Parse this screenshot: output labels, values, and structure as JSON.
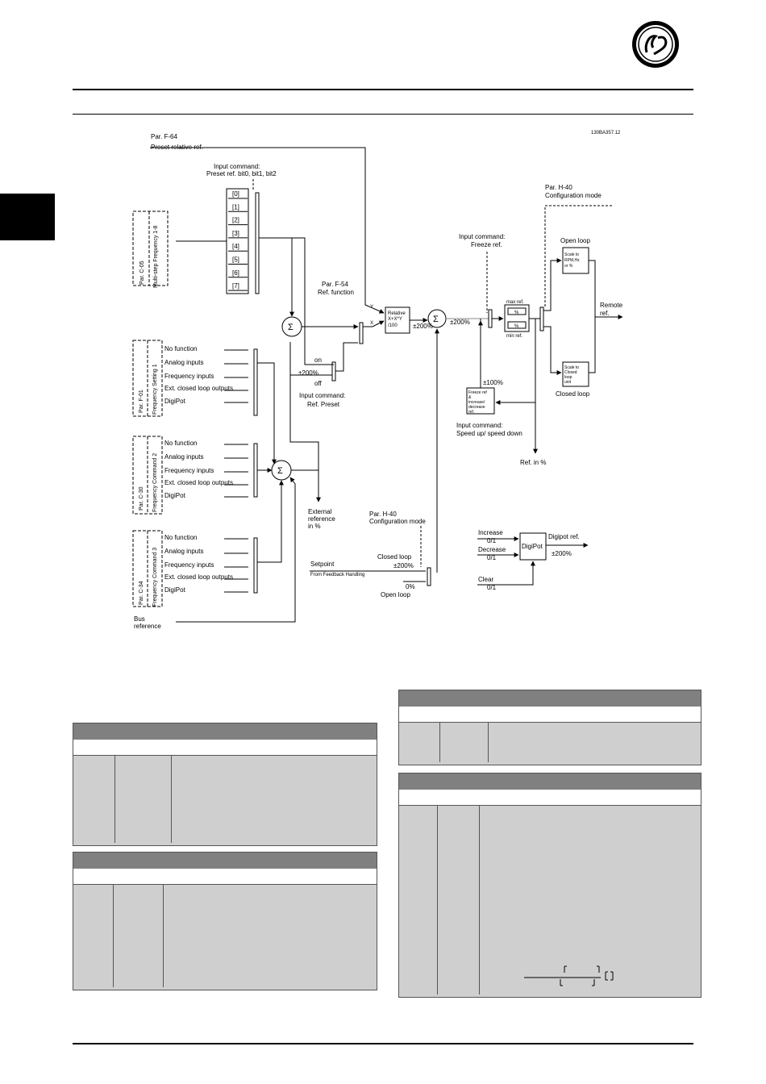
{
  "logo": {
    "text": "GE"
  },
  "diagram": {
    "code": "130BA357.12",
    "preset_rel": {
      "par": "Par. F-64",
      "name": "Preset relative ref."
    },
    "input_preset_bits": {
      "line1": "Input command:",
      "line2": "Preset ref. bit0, bit1, bit2"
    },
    "presets": [
      "[0]",
      "[1]",
      "[2]",
      "[3]",
      "[4]",
      "[5]",
      "[6]",
      "[7]"
    ],
    "multistep": {
      "par": "Par. C-05",
      "name": "Multi-step Frequency 1-8"
    },
    "freq1": {
      "par": "Par. F-01",
      "name": "Frequency Setting 1"
    },
    "freq2": {
      "par": "Par. C-30",
      "name": "Frequency Command 2"
    },
    "freq3": {
      "par": "Par. C-34",
      "name": "Frequency Command 3"
    },
    "options": [
      "No function",
      "Analog inputs",
      "Frequency inputs",
      "Ext. closed loop outputs",
      "DigiPot"
    ],
    "bus_ref": {
      "line1": "Bus",
      "line2": "reference"
    },
    "ref_function": {
      "par": "Par. F-54",
      "name": "Ref. function"
    },
    "y_label": "Y",
    "x_label": "X",
    "relative_block": {
      "line1": "Relative",
      "line2": "X+X*Y",
      "line3": "/100"
    },
    "pm200": "±200%",
    "pm100": "±100%",
    "on_label": "on",
    "off_label": "off",
    "input_ref_preset": {
      "line1": "Input command:",
      "line2": "Ref. Preset"
    },
    "external_ref": {
      "line1": "External",
      "line2": "reference",
      "line3": "in %"
    },
    "config_mode_top": {
      "par": "Par. H-40",
      "name": "Configuration mode"
    },
    "config_mode_bottom": {
      "par": "Par. H-40",
      "name": "Configuration mode"
    },
    "freeze": {
      "line1": "Input command:",
      "line2": "Freeze ref."
    },
    "max_ref": "max ref.",
    "min_ref": "min ref.",
    "percent": "%",
    "open_loop": "Open loop",
    "closed_loop": "Closed loop",
    "scale_open": {
      "line1": "Scale to",
      "line2": "RPM,Hz",
      "line3": "or %"
    },
    "scale_closed": {
      "line1": "Scale to",
      "line2": "Closed",
      "line3": "loop",
      "line4": "unit"
    },
    "remote_ref": {
      "line1": "Remote",
      "line2": "ref."
    },
    "freeze_block": {
      "line1": "Freeze ref",
      "line2": "&",
      "line3": "increase/",
      "line4": "decrease",
      "line5": "ref."
    },
    "speed_updown": {
      "line1": "Input command:",
      "line2": "Speed up/ speed down"
    },
    "ref_in_percent": "Ref. in %",
    "setpoint": {
      "name": "Setpoint",
      "sub": "From Feedback Handling"
    },
    "zero_percent": "0%",
    "digipot": {
      "block": "DigiPot",
      "increase": "Increase",
      "decrease": "Decrease",
      "clear": "Clear",
      "val": "0/1",
      "ref": "Digipot ref.",
      "pm": "±200%"
    },
    "sigma": "Σ"
  }
}
